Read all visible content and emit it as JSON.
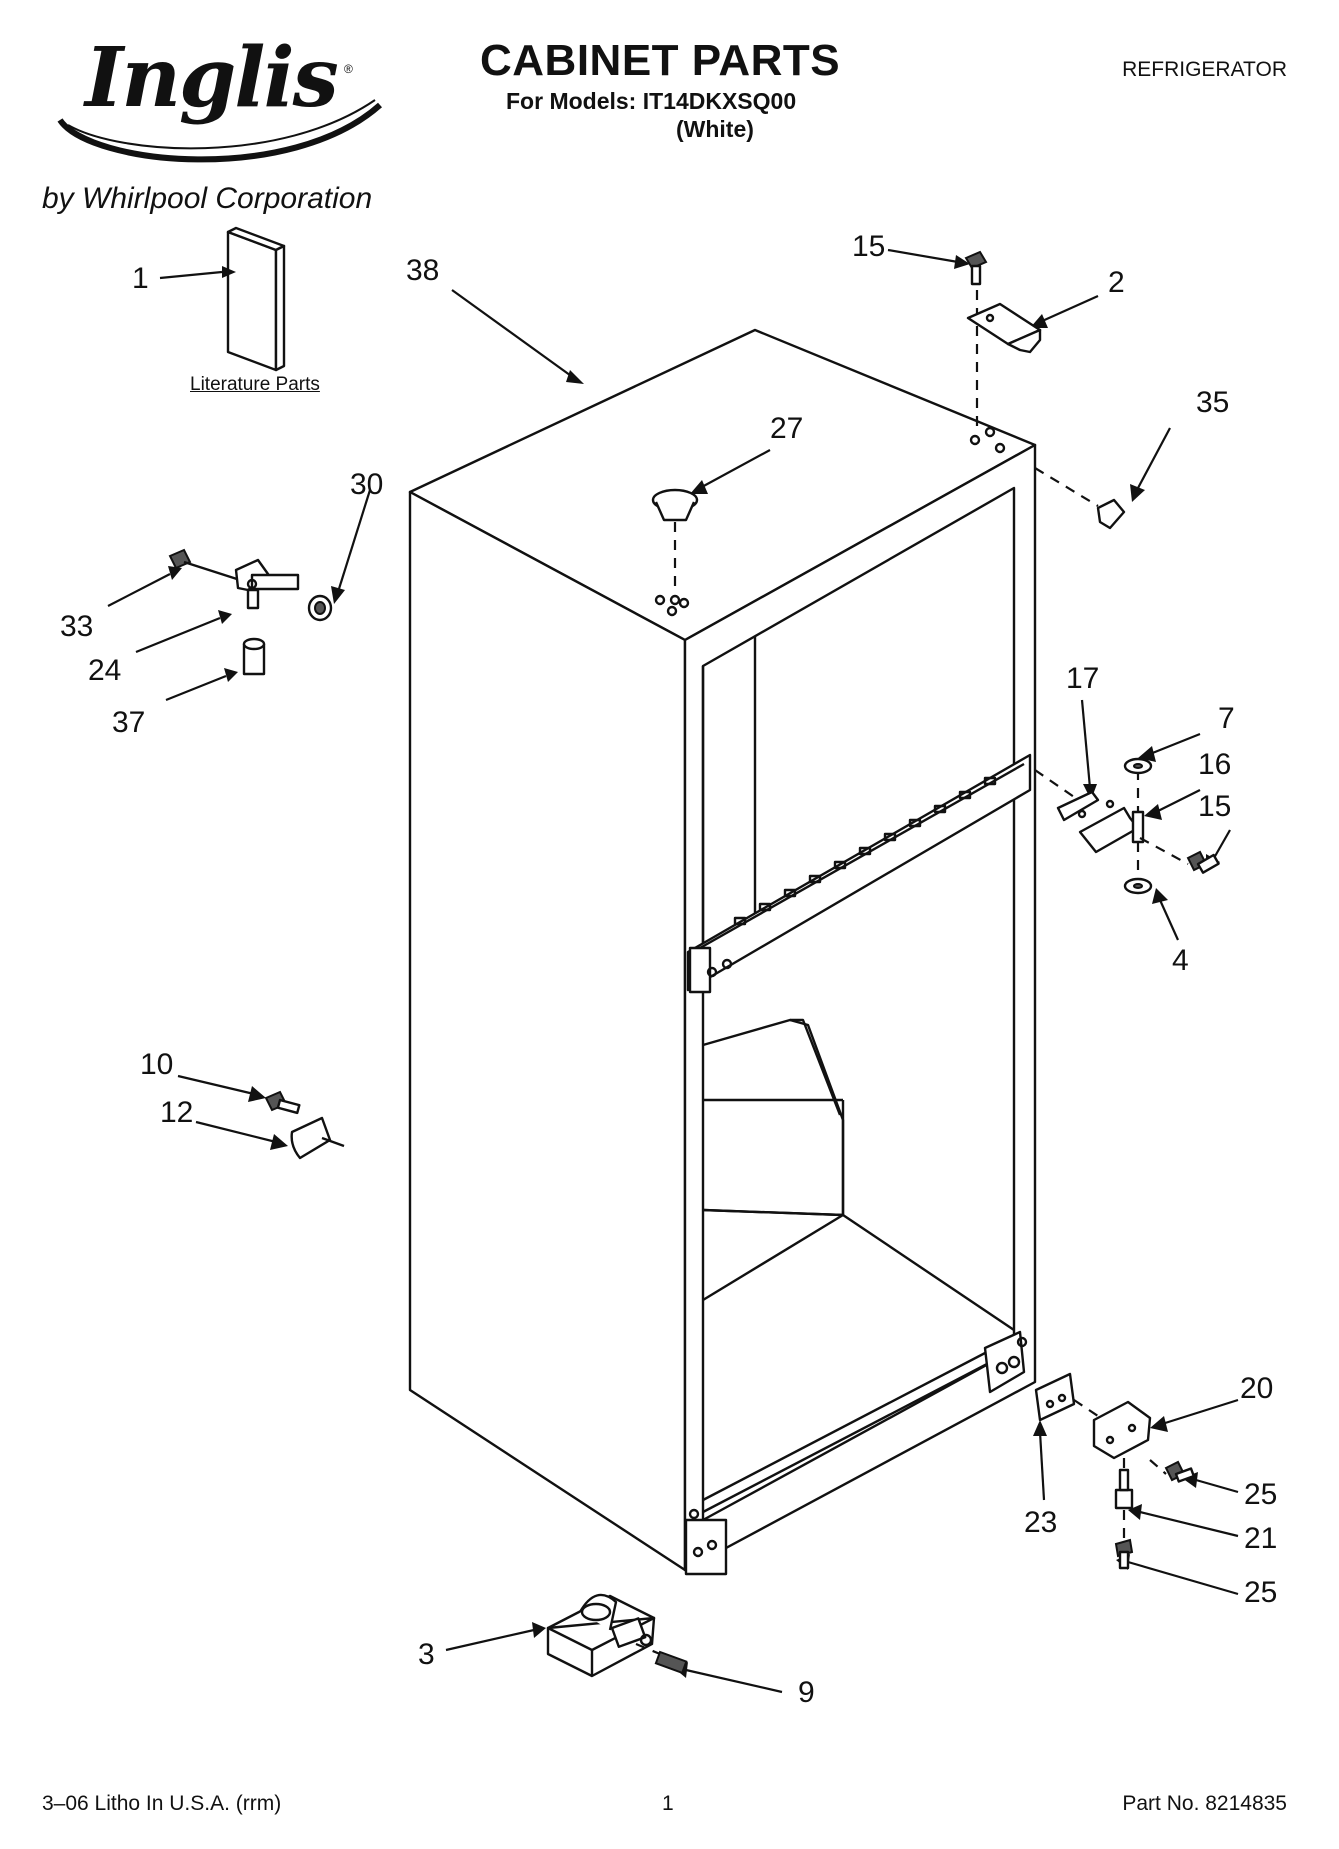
{
  "header": {
    "brand": "Inglis",
    "brand_mark": "®",
    "byline": "by Whirlpool Corporation",
    "title": "CABINET PARTS",
    "models_line": "For Models: IT14DKXSQ00",
    "variant": "(White)",
    "category": "REFRIGERATOR"
  },
  "diagram": {
    "literature_label": "Literature Parts",
    "callouts": [
      "1",
      "38",
      "15",
      "2",
      "27",
      "35",
      "30",
      "33",
      "24",
      "37",
      "17",
      "7",
      "16",
      "15",
      "4",
      "10",
      "12",
      "20",
      "23",
      "25",
      "21",
      "25",
      "3",
      "9"
    ]
  },
  "footer": {
    "left": "3–06 Litho In U.S.A. (rrm)",
    "center": "1",
    "right": "Part No. 8214835"
  },
  "colors": {
    "ink": "#111111",
    "paper": "#ffffff"
  }
}
